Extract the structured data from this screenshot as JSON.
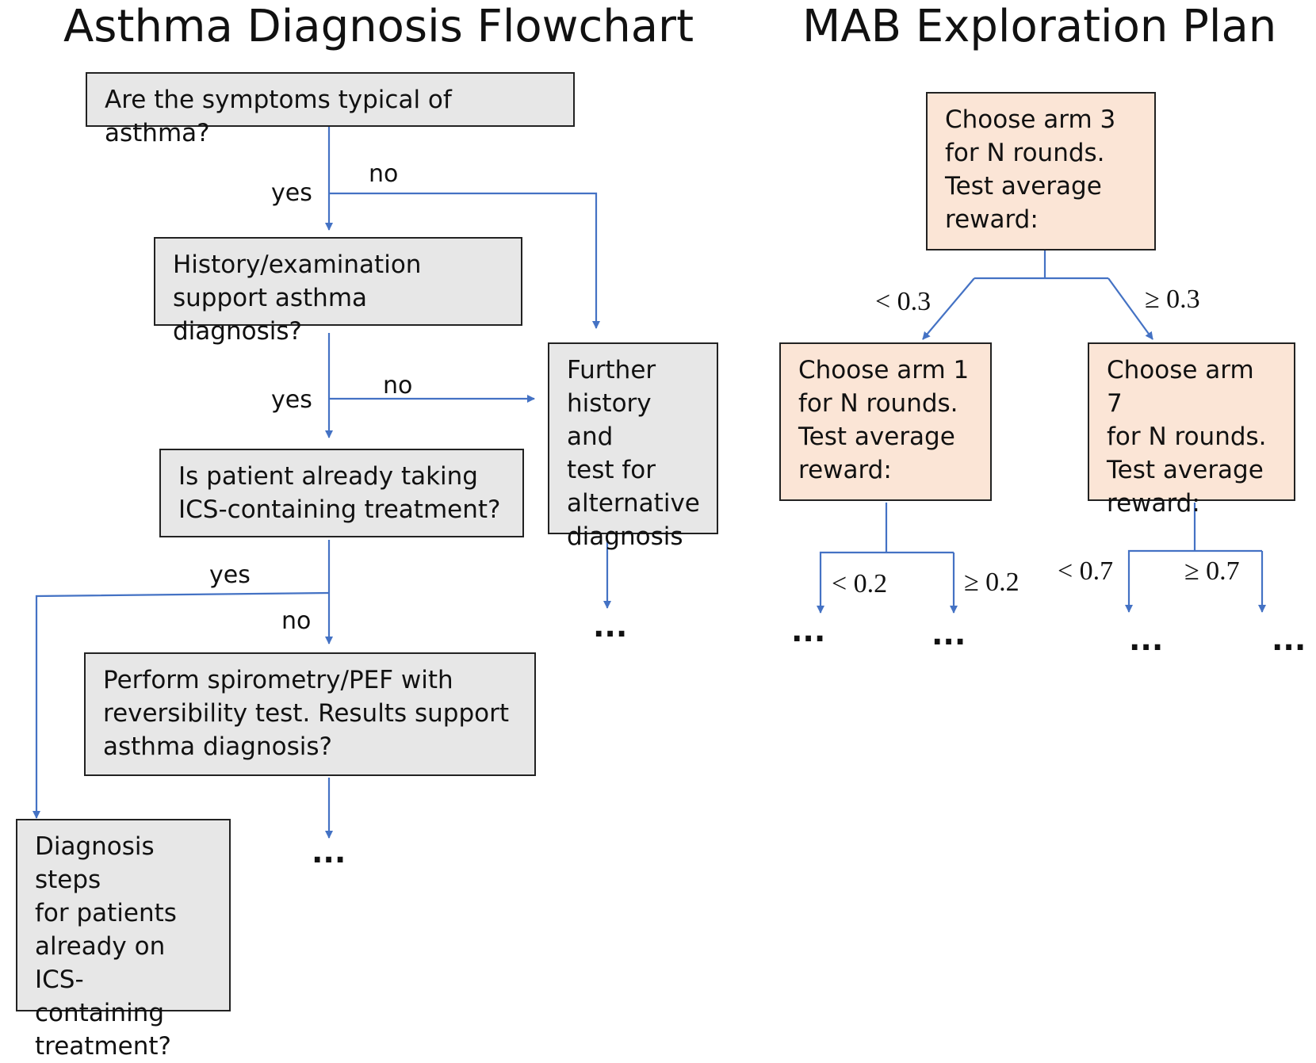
{
  "titles": {
    "left": "Asthma Diagnosis Flowchart",
    "right": "MAB Exploration Plan"
  },
  "asthma": {
    "q_symptoms": "Are the symptoms typical of asthma?",
    "q_history": "History/examination\nsupport asthma diagnosis?",
    "further": "Further\nhistory and\ntest for\nalternative\ndiagnosis",
    "q_ics": "Is patient already taking\nICS-containing treatment?",
    "spirometry": "Perform spirometry/PEF with\nreversibility test. Results support\nasthma diagnosis?",
    "ics_steps": "Diagnosis steps\nfor patients\nalready on ICS-\ncontaining\ntreatment?",
    "labels": {
      "yes1": "yes",
      "no1": "no",
      "yes2": "yes",
      "no2": "no",
      "yes3": "yes",
      "no3": "no"
    },
    "continue": "..."
  },
  "mab": {
    "root": "Choose arm 3\nfor N rounds.\nTest average\nreward:",
    "left": "Choose arm 1\nfor N rounds.\nTest average\nreward:",
    "right": "Choose arm 7\nfor N rounds.\nTest average\nreward:",
    "edges": {
      "root_left": "< 0.3",
      "root_right": "≥ 0.3",
      "left_left": "< 0.2",
      "left_right": "≥ 0.2",
      "right_left": "< 0.7",
      "right_right": "≥ 0.7"
    },
    "continue": "..."
  },
  "colors": {
    "connector": "#4472c4",
    "gray_box": "#e7e7e7",
    "orange_box": "#fbe5d6",
    "border": "#222222"
  }
}
